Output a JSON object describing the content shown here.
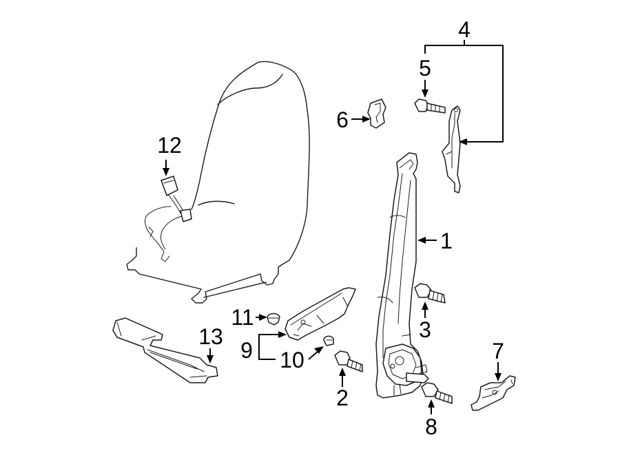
{
  "diagram": {
    "callouts": {
      "belt_retractor": "1",
      "bolt_lower": "2",
      "bolt_retractor": "3",
      "height_adjuster_group": "4",
      "adjuster_bolt": "5",
      "guide_clip": "6",
      "anchor_bracket": "7",
      "anchor_bolt": "8",
      "trim_cover_group": "9",
      "trim_screw": "10",
      "trim_clip": "11",
      "buckle_upper": "12",
      "buckle_lower": "13"
    }
  }
}
